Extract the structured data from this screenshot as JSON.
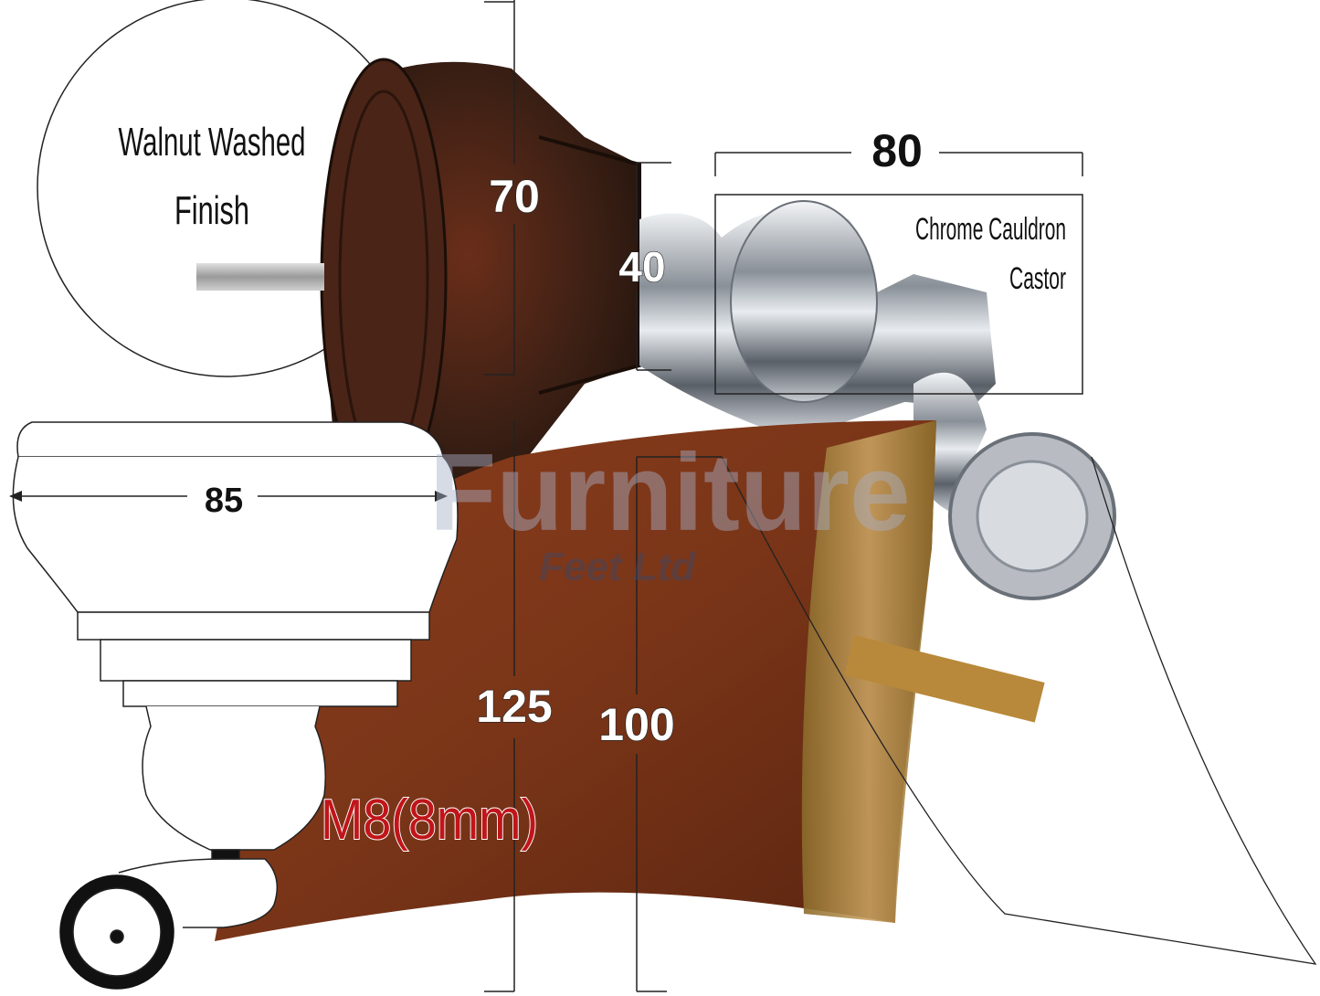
{
  "labels": {
    "finish_line1": "Walnut Washed",
    "finish_line2": "Finish",
    "castor_line1": "Chrome Cauldron",
    "castor_line2": "Castor",
    "thread": "M8(8mm)"
  },
  "dimensions": {
    "height_top": "70",
    "neck": "40",
    "castor_width": "80",
    "diameter": "85",
    "height_total": "125",
    "tapered_height": "100"
  },
  "watermark": {
    "line1": "Furniture",
    "line2": "Feet Ltd"
  },
  "colors": {
    "dark_wood": "#3a1f14",
    "walnut_wood": "#7a3518",
    "chrome": "#c8ccd2",
    "brass": "#b8893a",
    "thread_label": "#c0151a"
  }
}
